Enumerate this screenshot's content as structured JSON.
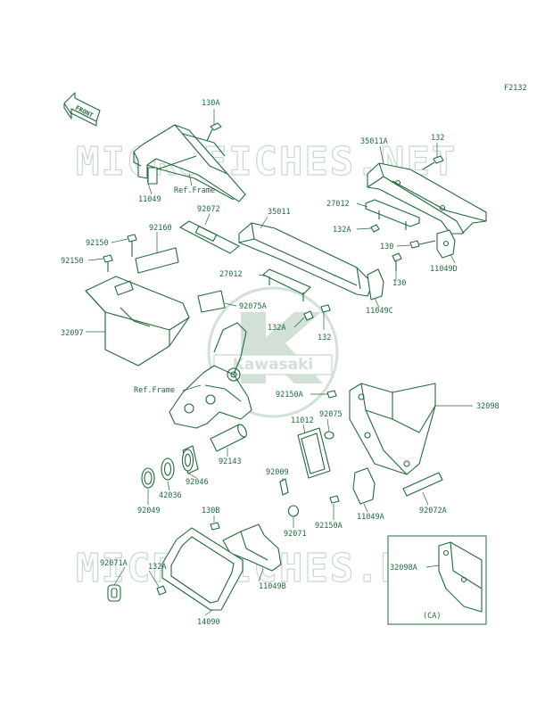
{
  "figure_code": "F2132",
  "front_arrow": "FRONT",
  "watermark": "MICROFICHES.NET",
  "logo": "Kawasaki",
  "variant_caption": "(CA)",
  "labels": {
    "l130A": "130A",
    "l11049": "11049",
    "refFrame1": "Ref.Frame",
    "l35011A": "35011A",
    "l132top": "132",
    "l27012a": "27012",
    "l132Aa": "132A",
    "l130a": "130",
    "l11049D": "11049D",
    "l92072": "92072",
    "l35011": "35011",
    "l92160": "92160",
    "l92150a": "92150",
    "l92150b": "92150",
    "l27012b": "27012",
    "l130b": "130",
    "l11049C": "11049C",
    "l92075A": "92075A",
    "l132Ab": "132A",
    "l132b": "132",
    "l32097": "32097",
    "refFrame2": "Ref.Frame",
    "l92150A": "92150A",
    "l32098": "32098",
    "l92075": "92075",
    "l11012": "11012",
    "l92143": "92143",
    "l92046": "92046",
    "l42036": "42036",
    "l92049": "92049",
    "l92009": "92009",
    "l11049A": "11049A",
    "l92072A": "92072A",
    "l92071": "92071",
    "l92150A2": "92150A",
    "l130B": "130B",
    "l92071A": "92071A",
    "l132Ac": "132A",
    "l11049B": "11049B",
    "l14090": "14090",
    "l32098A": "32098A"
  }
}
